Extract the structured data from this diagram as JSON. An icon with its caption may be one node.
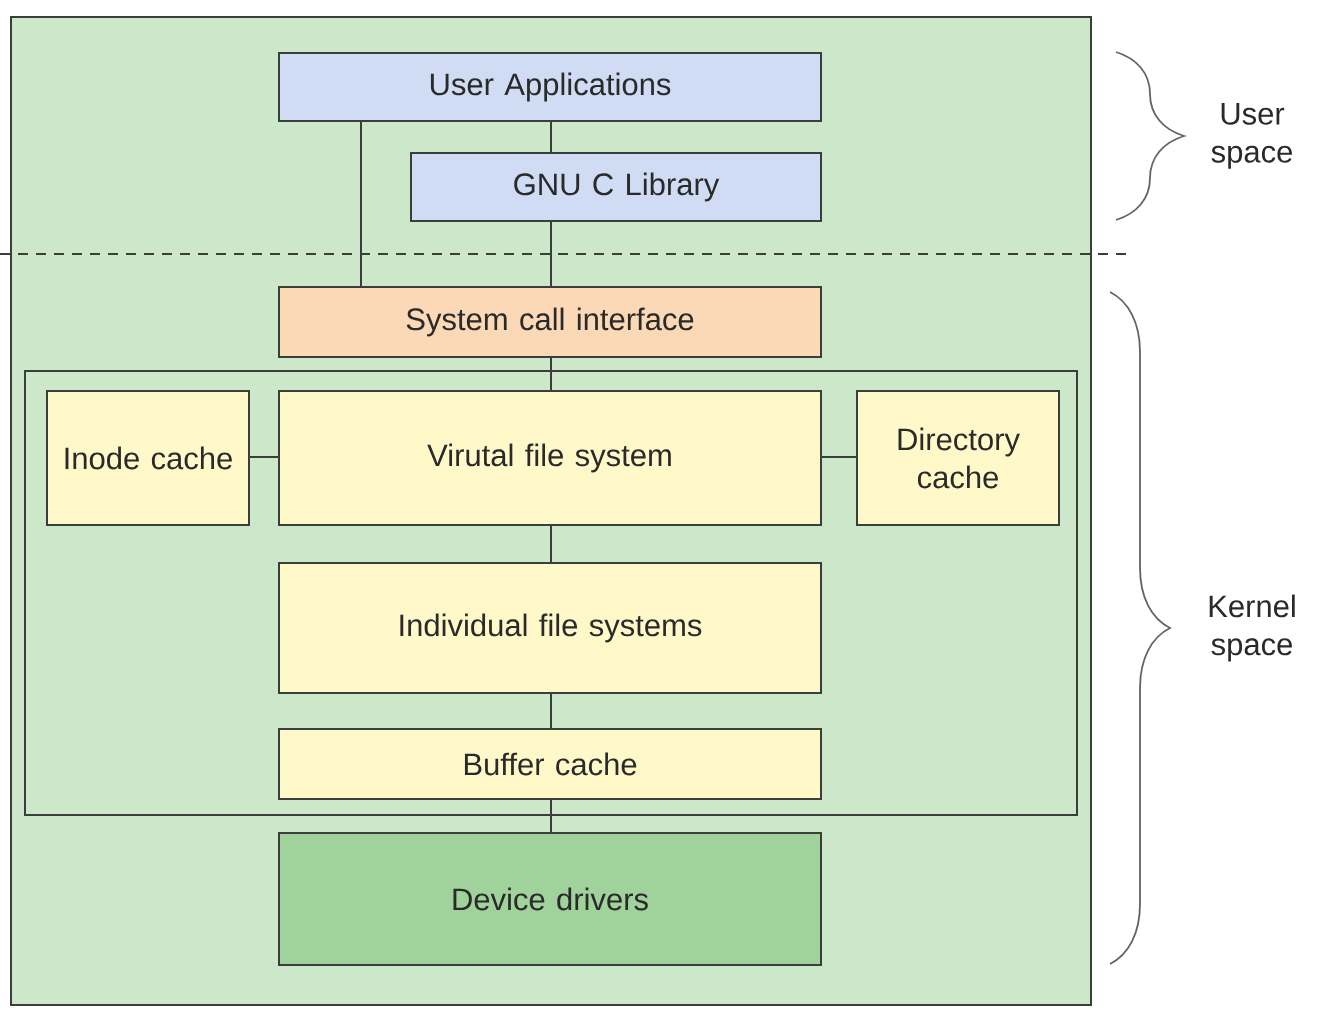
{
  "diagram": {
    "nodes": [
      {
        "text": [],
        "shape": "box"
      },
      {
        "text": [
          "User Applications"
        ],
        "in": 0
      },
      {
        "text": [
          "GNU C Library"
        ],
        "in": 0
      },
      {
        "text": [
          "System call interface"
        ],
        "in": 0
      },
      {
        "text": [],
        "shape": "box",
        "in": 0
      },
      {
        "text": [
          "Inode cache"
        ],
        "in": 4
      },
      {
        "text": [
          "Virutal file system"
        ],
        "in": 4
      },
      {
        "text": [
          "Directory cache"
        ],
        "in": 4
      },
      {
        "text": [
          "Individual file systems"
        ],
        "in": 4
      },
      {
        "text": [
          "Buffer cache"
        ],
        "in": 4
      },
      {
        "text": [
          "Device drivers"
        ],
        "in": 0
      }
    ],
    "edges": [
      {
        "from": 1,
        "to": 3,
        "arrow": "none"
      },
      {
        "from": 1,
        "to": 2,
        "arrow": "none"
      },
      {
        "from": 2,
        "to": 3,
        "arrow": "none"
      },
      {
        "from": 3,
        "to": 6,
        "arrow": "none"
      },
      {
        "from": 5,
        "to": 6,
        "arrow": "none"
      },
      {
        "from": 6,
        "to": 7,
        "arrow": "none"
      },
      {
        "from": 6,
        "to": 8,
        "arrow": "none"
      },
      {
        "from": 8,
        "to": 9,
        "arrow": "none"
      },
      {
        "from": 9,
        "to": 10,
        "arrow": "none"
      }
    ],
    "labels": [
      "User space",
      "Kernel space"
    ]
  }
}
